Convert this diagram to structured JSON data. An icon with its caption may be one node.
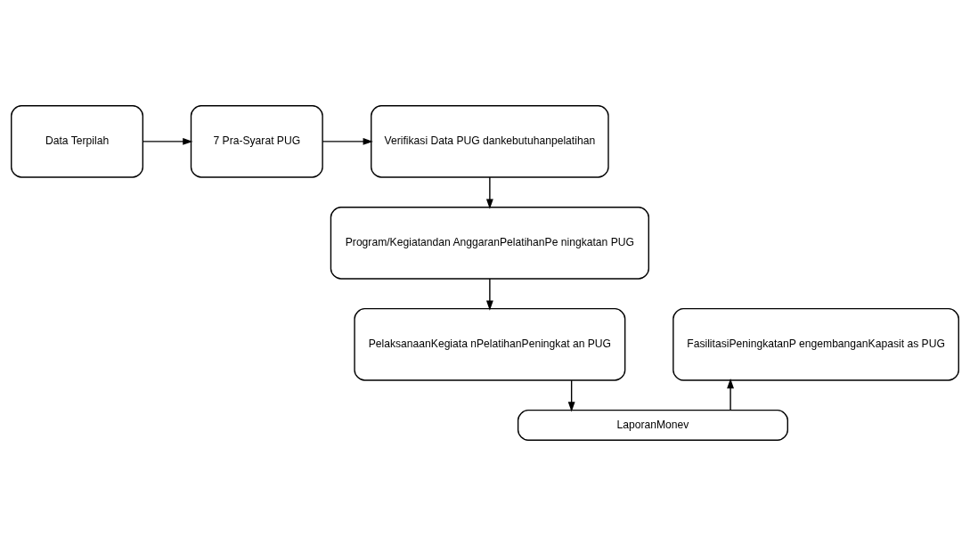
{
  "diagram": {
    "nodes": [
      {
        "text": [
          "Data Terpilah"
        ]
      },
      {
        "text": [
          "7 Pra-Syarat PUG"
        ]
      },
      {
        "text": [
          "Verifikasi Data PUG dankebutuhanpelatihan"
        ]
      },
      {
        "text": [
          "Program/Kegiatandan AnggaranPelatihanPe ningkatan PUG"
        ]
      },
      {
        "text": [
          "PelaksanaanKegiata nPelatihanPeningkat an PUG"
        ]
      },
      {
        "text": [
          "LaporanMonev"
        ]
      },
      {
        "text": [
          "FasilitasiPeningkatanP engembanganKapasit as PUG"
        ]
      }
    ],
    "edges": [
      {
        "from": 0,
        "to": 1,
        "arrow": "to"
      },
      {
        "from": 1,
        "to": 2,
        "arrow": "to"
      },
      {
        "from": 2,
        "to": 3,
        "arrow": "to"
      },
      {
        "from": 3,
        "to": 4,
        "arrow": "to"
      },
      {
        "from": 4,
        "to": 5,
        "arrow": "to"
      },
      {
        "from": 5,
        "to": 6,
        "arrow": "to"
      }
    ]
  }
}
